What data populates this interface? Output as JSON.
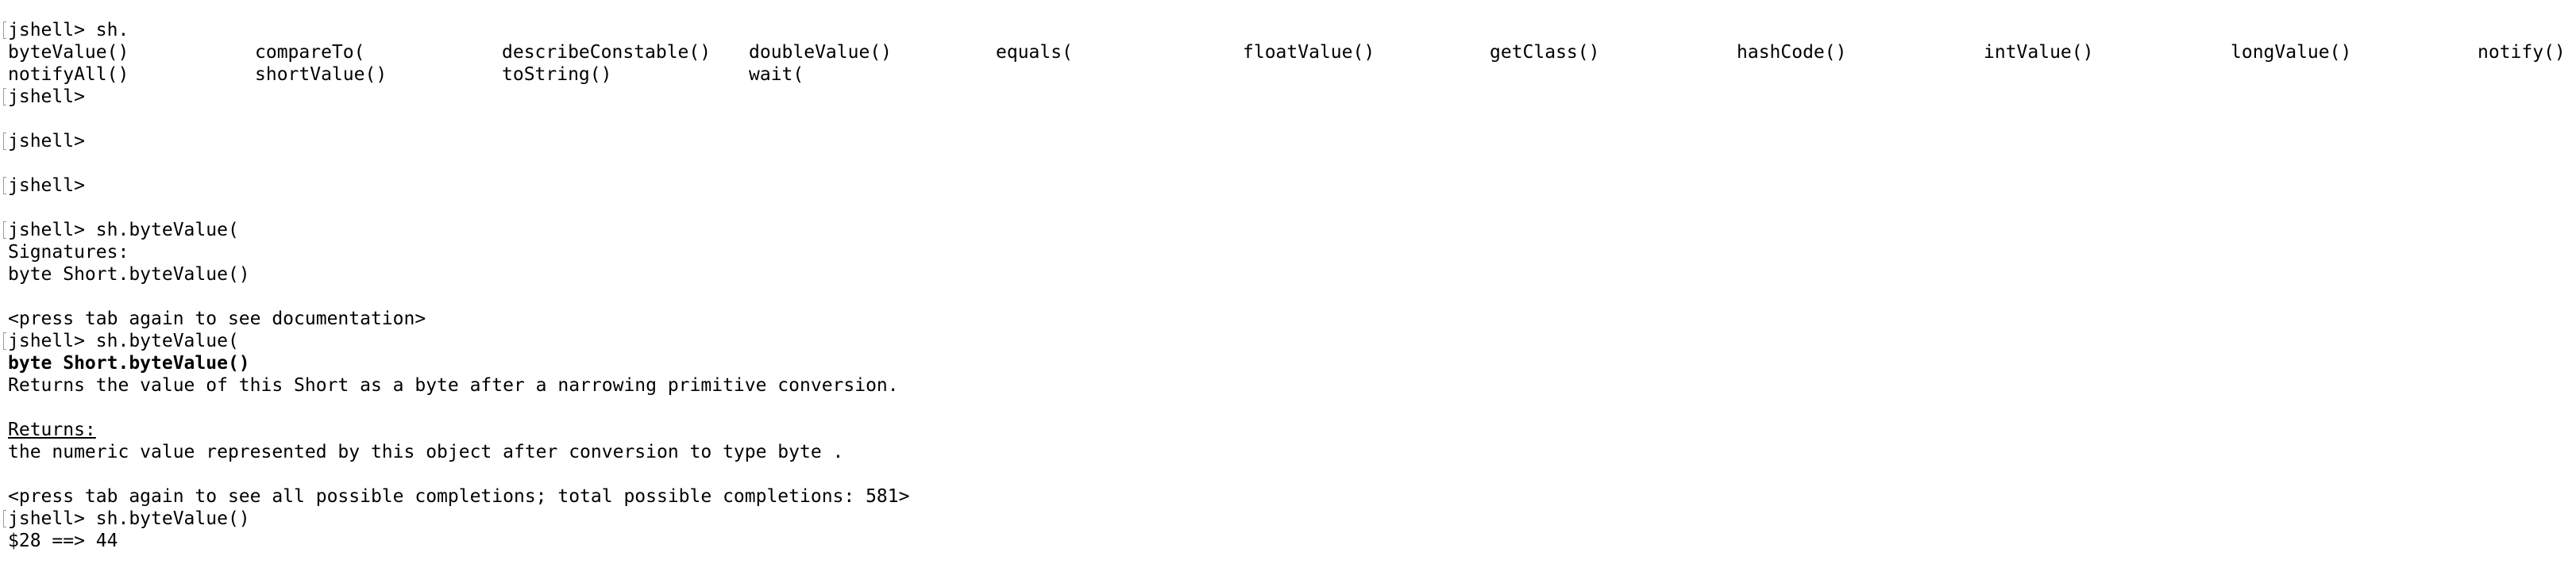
{
  "terminal": {
    "lines": [
      {
        "type": "prompt",
        "prompt": "jshell>",
        "text": " sh."
      },
      {
        "type": "completions",
        "items": [
          "byteValue()",
          "compareTo(",
          "describeConstable()",
          "doubleValue()",
          "equals(",
          "floatValue()",
          "getClass()",
          "hashCode()",
          "intValue()",
          "longValue()",
          "notify()"
        ]
      },
      {
        "type": "completions",
        "items": [
          "notifyAll()",
          "shortValue()",
          "toString()",
          "wait("
        ]
      },
      {
        "type": "prompt",
        "prompt": "jshell>",
        "text": ""
      },
      {
        "type": "blank"
      },
      {
        "type": "prompt",
        "prompt": "jshell>",
        "text": ""
      },
      {
        "type": "blank"
      },
      {
        "type": "prompt",
        "prompt": "jshell>",
        "text": ""
      },
      {
        "type": "blank"
      },
      {
        "type": "prompt",
        "prompt": "jshell>",
        "text": " sh.byteValue("
      },
      {
        "type": "text",
        "text": "Signatures:"
      },
      {
        "type": "text",
        "text": "byte Short.byteValue()"
      },
      {
        "type": "blank"
      },
      {
        "type": "text",
        "text": "<press tab again to see documentation>"
      },
      {
        "type": "prompt",
        "prompt": "jshell>",
        "text": " sh.byteValue("
      },
      {
        "type": "bold",
        "text": "byte Short.byteValue()"
      },
      {
        "type": "text",
        "text": "Returns the value of this Short as a byte after a narrowing primitive conversion."
      },
      {
        "type": "blank"
      },
      {
        "type": "underline",
        "text": "Returns:"
      },
      {
        "type": "text",
        "text": "the numeric value represented by this object after conversion to type byte ."
      },
      {
        "type": "blank"
      },
      {
        "type": "text",
        "text": "<press tab again to see all possible completions; total possible completions: 581>"
      },
      {
        "type": "prompt",
        "prompt": "jshell>",
        "text": " sh.byteValue()"
      },
      {
        "type": "text",
        "text": "$28 ==> 44"
      }
    ]
  }
}
